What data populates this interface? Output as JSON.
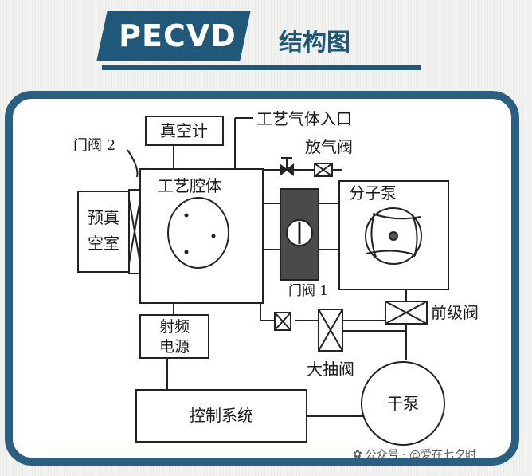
{
  "header": {
    "title": "PECVD",
    "subtitle": "结构图"
  },
  "diagram": {
    "vacuum_gauge": "真空计",
    "process_gas_inlet": "工艺气体入口",
    "vent_valve": "放气阀",
    "gate_valve_2": "门阀 2",
    "process_chamber": "工艺腔体",
    "load_lock_line1": "预真",
    "load_lock_line2": "空室",
    "molecular_pump": "分子泵",
    "gate_valve_1": "门阀 1",
    "foreline_valve": "前级阀",
    "rf_power_line1": "射频",
    "rf_power_line2": "电源",
    "roughing_valve": "大抽阀",
    "control_system": "控制系统",
    "dry_pump": "干泵"
  },
  "watermark": {
    "text": "公众号 · @爱在七夕时"
  }
}
